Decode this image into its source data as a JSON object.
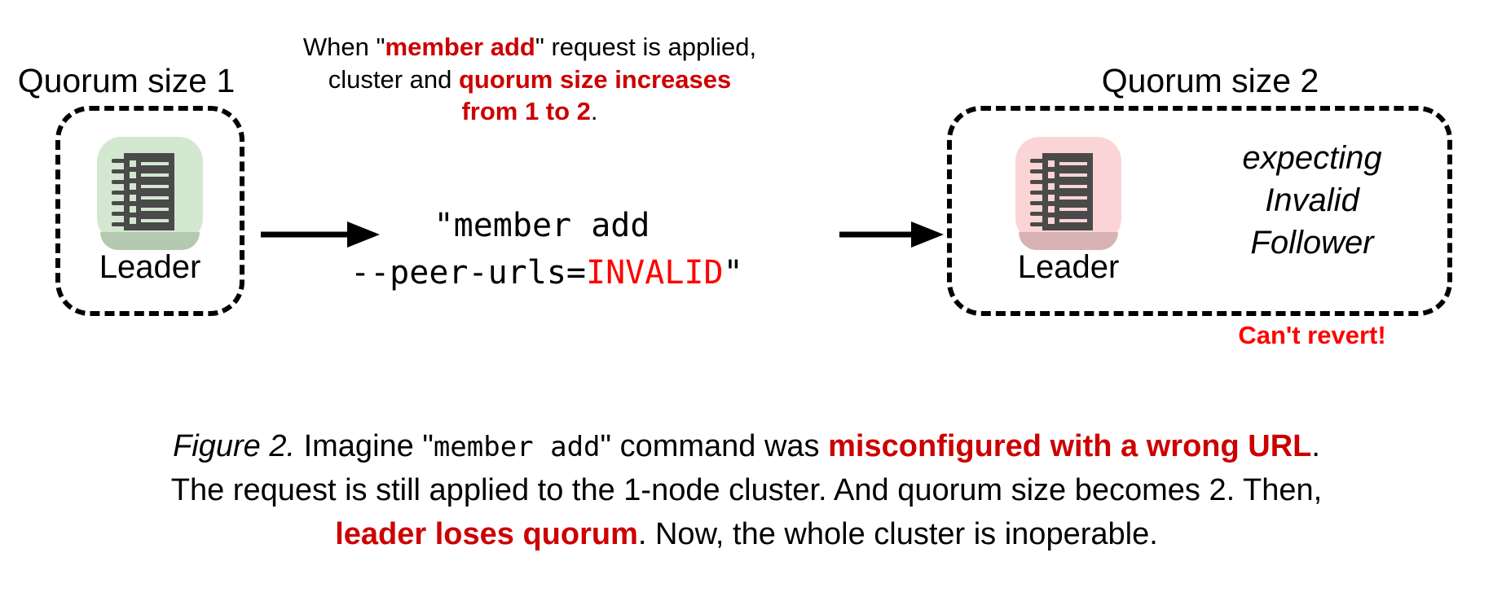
{
  "figure": {
    "left_cluster": {
      "caption": "Quorum size 1",
      "node": {
        "label": "Leader",
        "icon": "server-ledger-icon",
        "tile_color": "#d4e8d1"
      }
    },
    "right_cluster": {
      "caption": "Quorum size 2",
      "node": {
        "label": "Leader",
        "icon": "server-ledger-icon",
        "tile_color": "#fbd5d5"
      },
      "expecting": {
        "line1": "expecting",
        "line2": "Invalid",
        "line3": "Follower"
      },
      "warning": "Can't revert!"
    },
    "top_note": {
      "line1_a": "When \"",
      "line1_b": "member add",
      "line1_c": "\" request is applied,",
      "line2_a": "cluster and ",
      "line2_b": "quorum size increases",
      "line3_b": "from 1 to 2",
      "line3_c": "."
    },
    "command": {
      "line1": "\"member add",
      "line2_prefix": "--peer-urls=",
      "line2_invalid": "INVALID",
      "line2_suffix": "\""
    },
    "arrows": {
      "left_arrow": "arrow-right-icon",
      "right_arrow": "arrow-right-icon"
    },
    "caption": {
      "fig_label": "Figure 2.",
      "seg1": " Imagine \"",
      "mono1": "member add",
      "seg2": "\" command was ",
      "hl1": "misconfigured with a wrong URL",
      "seg3": ".",
      "line2": "The request is still applied to the 1-node cluster. And quorum size becomes 2. Then,",
      "hl2": "leader loses quorum",
      "seg4": ". Now, the whole cluster is inoperable."
    },
    "colors": {
      "accent_red": "#cc0000",
      "pure_red": "#ff0000",
      "green_tile": "#d4e8d1",
      "red_tile": "#fbd5d5",
      "icon_dark": "#4a4a4a"
    }
  }
}
